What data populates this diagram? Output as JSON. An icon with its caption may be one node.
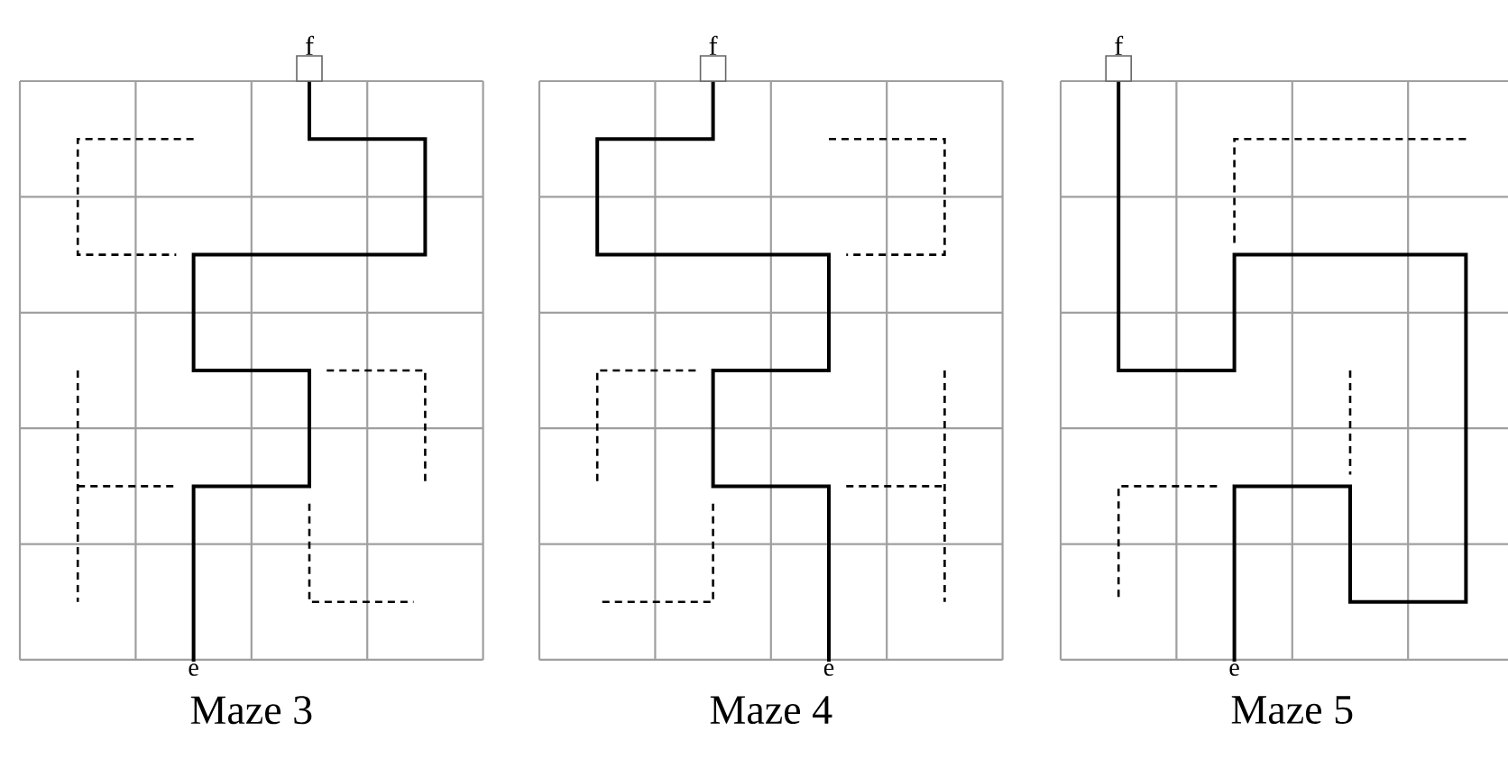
{
  "diagram": {
    "nodes": [
      {
        "text": [
          "f"
        ]
      },
      {
        "text": [
          "e"
        ]
      },
      {
        "text": [
          "f"
        ]
      },
      {
        "text": [
          "e"
        ]
      },
      {
        "text": [
          "f"
        ]
      },
      {
        "text": [
          "e"
        ]
      }
    ],
    "edges": [
      {
        "from": 0,
        "to": 1,
        "arrow": "none"
      },
      {
        "from": 2,
        "to": 3,
        "arrow": "none"
      },
      {
        "from": 4,
        "to": 5,
        "arrow": "none"
      }
    ],
    "labels": [
      "Maze 3",
      "Maze 4",
      "Maze 5"
    ]
  }
}
